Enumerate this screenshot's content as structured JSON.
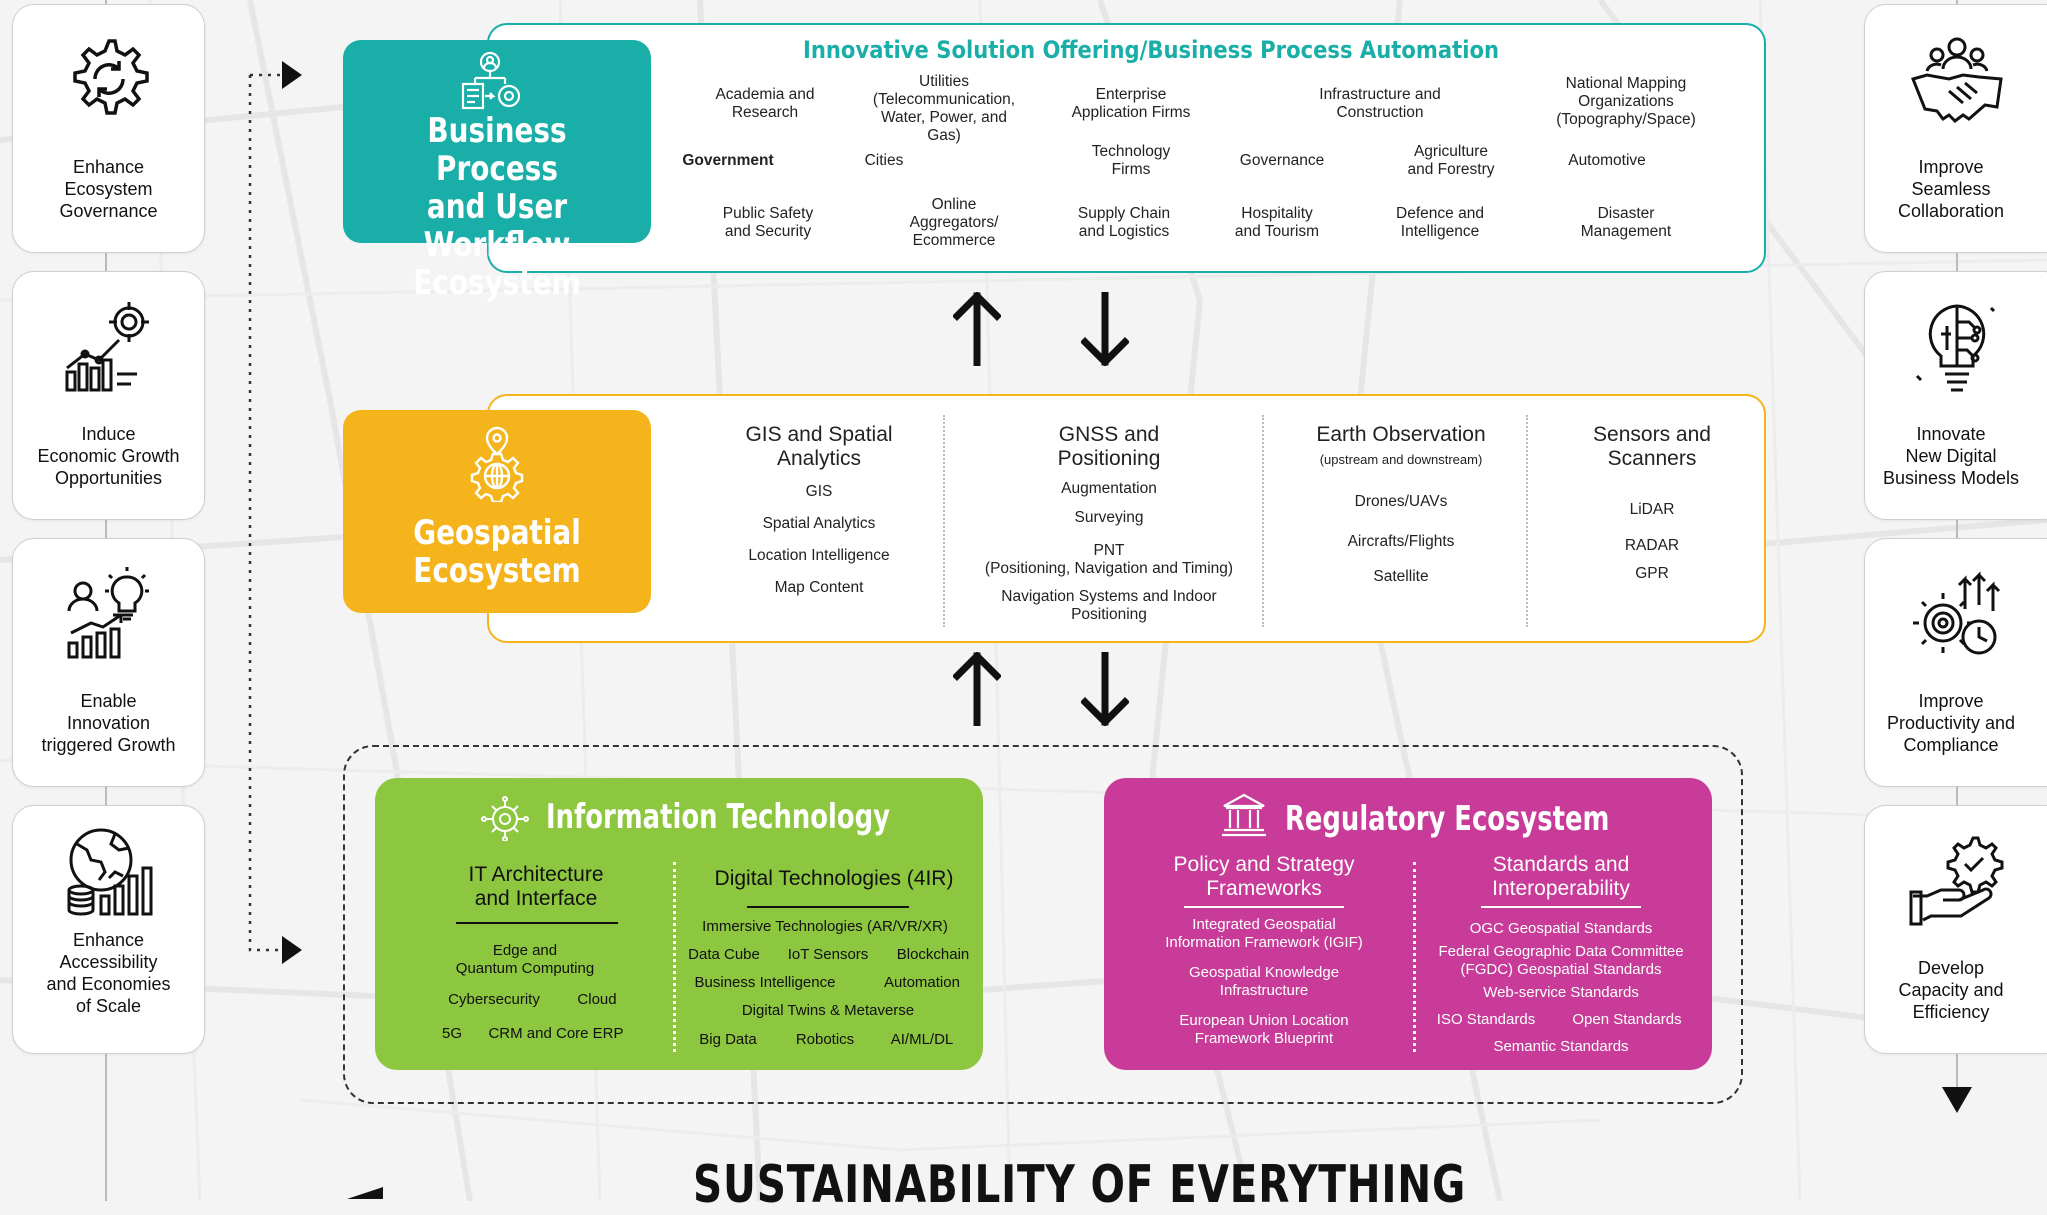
{
  "left_cards": [
    {
      "label": "Enhance\nEcosystem\nGovernance",
      "icon": "gear-cycle-icon"
    },
    {
      "label": "Induce\nEconomic Growth\nOpportunities",
      "icon": "growth-target-icon"
    },
    {
      "label": "Enable\nInnovation\ntriggered Growth",
      "icon": "innovation-growth-icon"
    },
    {
      "label": "Enhance\nAccessibility\nand Economies\nof Scale",
      "icon": "globe-coins-icon"
    }
  ],
  "right_cards": [
    {
      "label": "Improve\nSeamless\nCollaboration",
      "icon": "handshake-team-icon"
    },
    {
      "label": "Innovate\nNew Digital\nBusiness Models",
      "icon": "digital-bulb-icon"
    },
    {
      "label": "Improve\nProductivity and\nCompliance",
      "icon": "gears-clock-icon"
    },
    {
      "label": "Develop\nCapacity and\nEfficiency",
      "icon": "hand-gear-icon"
    }
  ],
  "business": {
    "title": "Business Process\nand User Workflow\nEcosystem",
    "color": "#1aaea8",
    "heading": "Innovative Solution Offering/Business Process Automation",
    "items": [
      "Academia and\nResearch",
      "Utilities\n(Telecommunication,\nWater, Power, and\nGas)",
      "Enterprise\nApplication Firms",
      "Infrastructure and\nConstruction",
      "National Mapping\nOrganizations\n(Topography/Space)",
      "Government",
      "Cities",
      "Technology\nFirms",
      "Governance",
      "Agriculture\nand Forestry",
      "Automotive",
      "Public Safety\nand Security",
      "Online\nAggregators/\nEcommerce",
      "Supply Chain\nand Logistics",
      "Hospitality\nand Tourism",
      "Defence and\nIntelligence",
      "Disaster\nManagement"
    ]
  },
  "geospatial": {
    "title": "Geospatial\nEcosystem",
    "color": "#f5b41c",
    "columns": [
      {
        "heading": "GIS and Spatial\nAnalytics",
        "sub": "",
        "items": [
          "GIS",
          "Spatial Analytics",
          "Location Intelligence",
          "Map Content"
        ]
      },
      {
        "heading": "GNSS and\nPositioning",
        "sub": "",
        "items": [
          "Augmentation",
          "Surveying",
          "PNT\n(Positioning, Navigation and Timing)",
          "Navigation Systems and Indoor\nPositioning"
        ]
      },
      {
        "heading": "Earth Observation",
        "sub": "(upstream and downstream)",
        "items": [
          "Drones/UAVs",
          "Aircrafts/Flights",
          "Satellite"
        ]
      },
      {
        "heading": "Sensors and\nScanners",
        "sub": "",
        "items": [
          "LiDAR",
          "RADAR",
          "GPR"
        ]
      }
    ]
  },
  "it": {
    "title": "Information Technology",
    "color": "#8dc63f",
    "left_heading": "IT Architecture\nand Interface",
    "left_items": [
      "Edge and\nQuantum Computing",
      "Cybersecurity",
      "Cloud",
      "5G",
      "CRM and Core ERP"
    ],
    "right_heading": "Digital Technologies (4IR)",
    "right_items": [
      "Immersive Technologies (AR/VR/XR)",
      "Data Cube",
      "IoT Sensors",
      "Blockchain",
      "Business Intelligence",
      "Automation",
      "Digital Twins & Metaverse",
      "Big Data",
      "Robotics",
      "AI/ML/DL"
    ]
  },
  "regulatory": {
    "title": "Regulatory Ecosystem",
    "color": "#c83b99",
    "left_heading": "Policy and Strategy\nFrameworks",
    "left_items": [
      "Integrated Geospatial\nInformation Framework (IGIF)",
      "Geospatial Knowledge\nInfrastructure",
      "European Union Location\nFramework Blueprint"
    ],
    "right_heading": "Standards and\nInteroperability",
    "right_items": [
      "OGC Geospatial Standards",
      "Federal Geographic Data Committee\n(FGDC) Geospatial Standards",
      "Web-service Standards",
      "ISO Standards",
      "Open Standards",
      "Semantic Standards"
    ]
  },
  "footer": {
    "title": "SUSTAINABILITY OF EVERYTHING"
  }
}
